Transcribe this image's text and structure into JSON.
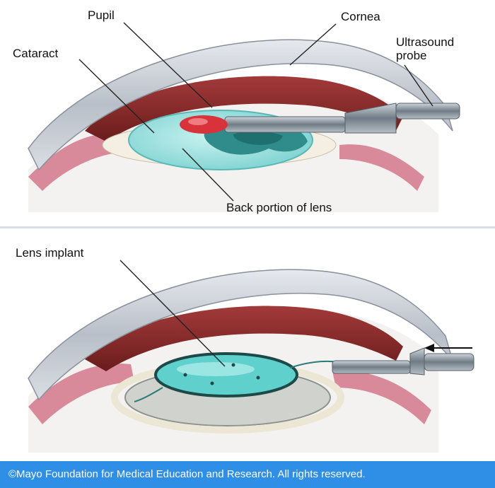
{
  "labels": {
    "pupil": "Pupil",
    "cornea": "Cornea",
    "cataract": "Cataract",
    "probe": "Ultrasound probe",
    "back_portion": "Back portion of lens",
    "lens_implant": "Lens implant"
  },
  "footer": {
    "copyright": "©Mayo Foundation for Medical Education and Research. All rights reserved."
  },
  "colors": {
    "cornea": "#c9ced6",
    "iris": "#7f2424",
    "lens": "#9ee2e0",
    "probe": "#8f9aa3",
    "footer": "#2f8fe6"
  }
}
